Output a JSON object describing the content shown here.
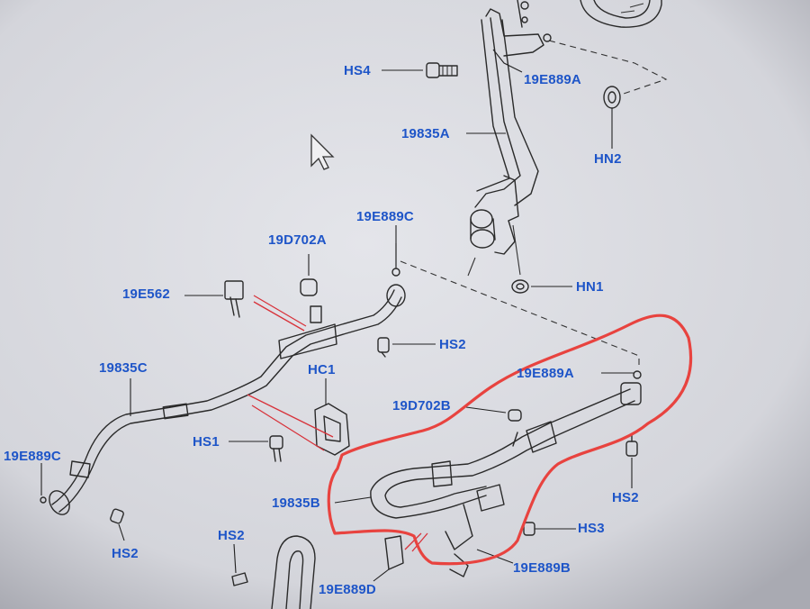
{
  "colors": {
    "label": "#1e55c8",
    "highlight": "#e8433f",
    "linework": "#2a2a2a",
    "background": "#d9dadf"
  },
  "icons": {
    "cursor": "mouse-pointer-icon"
  },
  "labels": {
    "hs4": "HS4",
    "e889a_top": "19E889A",
    "p19835a": "19835A",
    "hn2": "HN2",
    "e889c_top": "19E889C",
    "d702a": "19D702A",
    "e562": "19E562",
    "hn1": "HN1",
    "hs2_mid": "HS2",
    "p19835c": "19835C",
    "hc1": "HC1",
    "e889a_mid": "19E889A",
    "d702b": "19D702B",
    "hs1": "HS1",
    "e889c_left": "19E889C",
    "hs2_right": "HS2",
    "p19835b": "19835B",
    "hs3": "HS3",
    "hs2_left": "HS2",
    "hs2_bottom": "HS2",
    "e889b": "19E889B",
    "e889d": "19E889D"
  }
}
